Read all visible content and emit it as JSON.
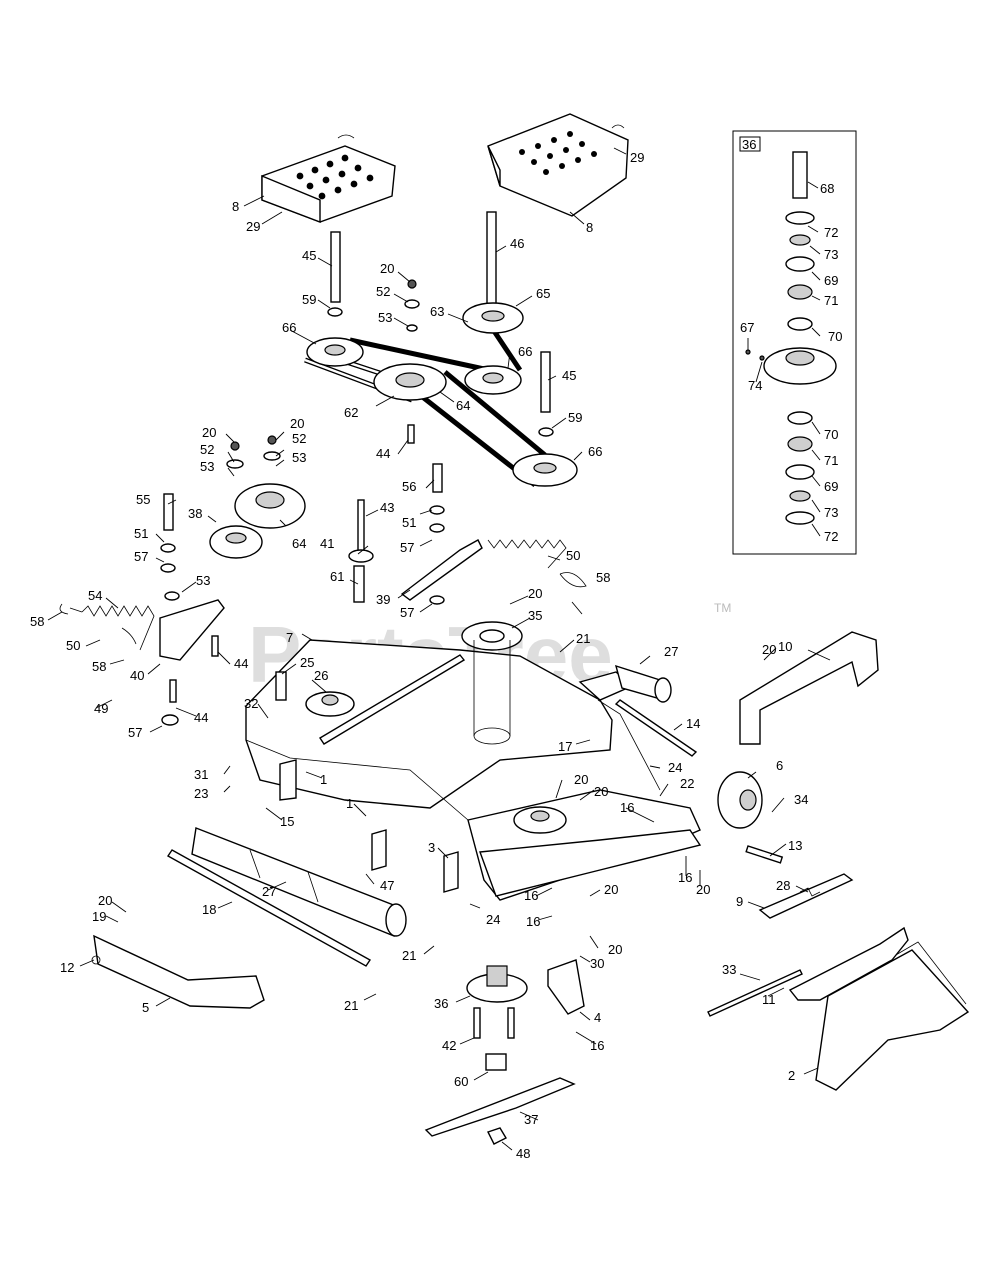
{
  "watermark": {
    "text": "PartsTree",
    "trademark": "TM"
  },
  "inset": {
    "label": "36",
    "parts": [
      "68",
      "72",
      "73",
      "69",
      "71",
      "70",
      "67",
      "74",
      "70",
      "71",
      "69",
      "73",
      "72"
    ]
  },
  "callouts": {
    "c8a": "8",
    "c29a": "29",
    "c29b": "29",
    "c8b": "8",
    "c45a": "45",
    "c46": "46",
    "c20a": "20",
    "c52a": "52",
    "c53a": "53",
    "c65": "65",
    "c63": "63",
    "c59a": "59",
    "c66a": "66",
    "c66b": "66",
    "c45b": "45",
    "c64a": "64",
    "c62": "62",
    "c59b": "59",
    "c44a": "44",
    "c66c": "66",
    "c20b": "20",
    "c52b": "52",
    "c20c": "20",
    "c52c": "52",
    "c53b": "53",
    "c53c": "53",
    "c55": "55",
    "c38": "38",
    "c64b": "64",
    "c56": "56",
    "c43": "43",
    "c51a": "51",
    "c51b": "51",
    "c57a": "57",
    "c41": "41",
    "c57b": "57",
    "c50a": "50",
    "c61": "61",
    "c58a": "58",
    "c53d": "53",
    "c39": "39",
    "c57c": "57",
    "c20d": "20",
    "c35": "35",
    "c54": "54",
    "c58b": "58",
    "c50b": "50",
    "c44b": "44",
    "c58c": "58",
    "c40": "40",
    "c21a": "21",
    "c27a": "27",
    "c7": "7",
    "c25": "25",
    "c26": "26",
    "c20e": "20",
    "c10": "10",
    "c49": "49",
    "c44c": "44",
    "c32": "32",
    "c57d": "57",
    "c14": "14",
    "c17": "17",
    "c31": "31",
    "c24a": "24",
    "c6": "6",
    "c23": "23",
    "c1a": "1",
    "c22": "22",
    "c34": "34",
    "c20f": "20",
    "c20g": "20",
    "c15": "15",
    "c16a": "16",
    "c1b": "1",
    "c13": "13",
    "c3": "3",
    "c16b": "16",
    "c20h": "20",
    "c47": "47",
    "c28": "28",
    "c16c": "16",
    "c20i": "20",
    "c27b": "27",
    "c9": "9",
    "c18": "18",
    "c24b": "24",
    "c16d": "16",
    "c20j": "20",
    "c20k": "20",
    "c19": "19",
    "c21b": "21",
    "c30": "30",
    "c33": "33",
    "c12": "12",
    "c11": "11",
    "c21c": "21",
    "c5": "5",
    "c36": "36",
    "c4": "4",
    "c42": "42",
    "c16e": "16",
    "c2": "2",
    "c60": "60",
    "c37": "37",
    "c48": "48"
  }
}
